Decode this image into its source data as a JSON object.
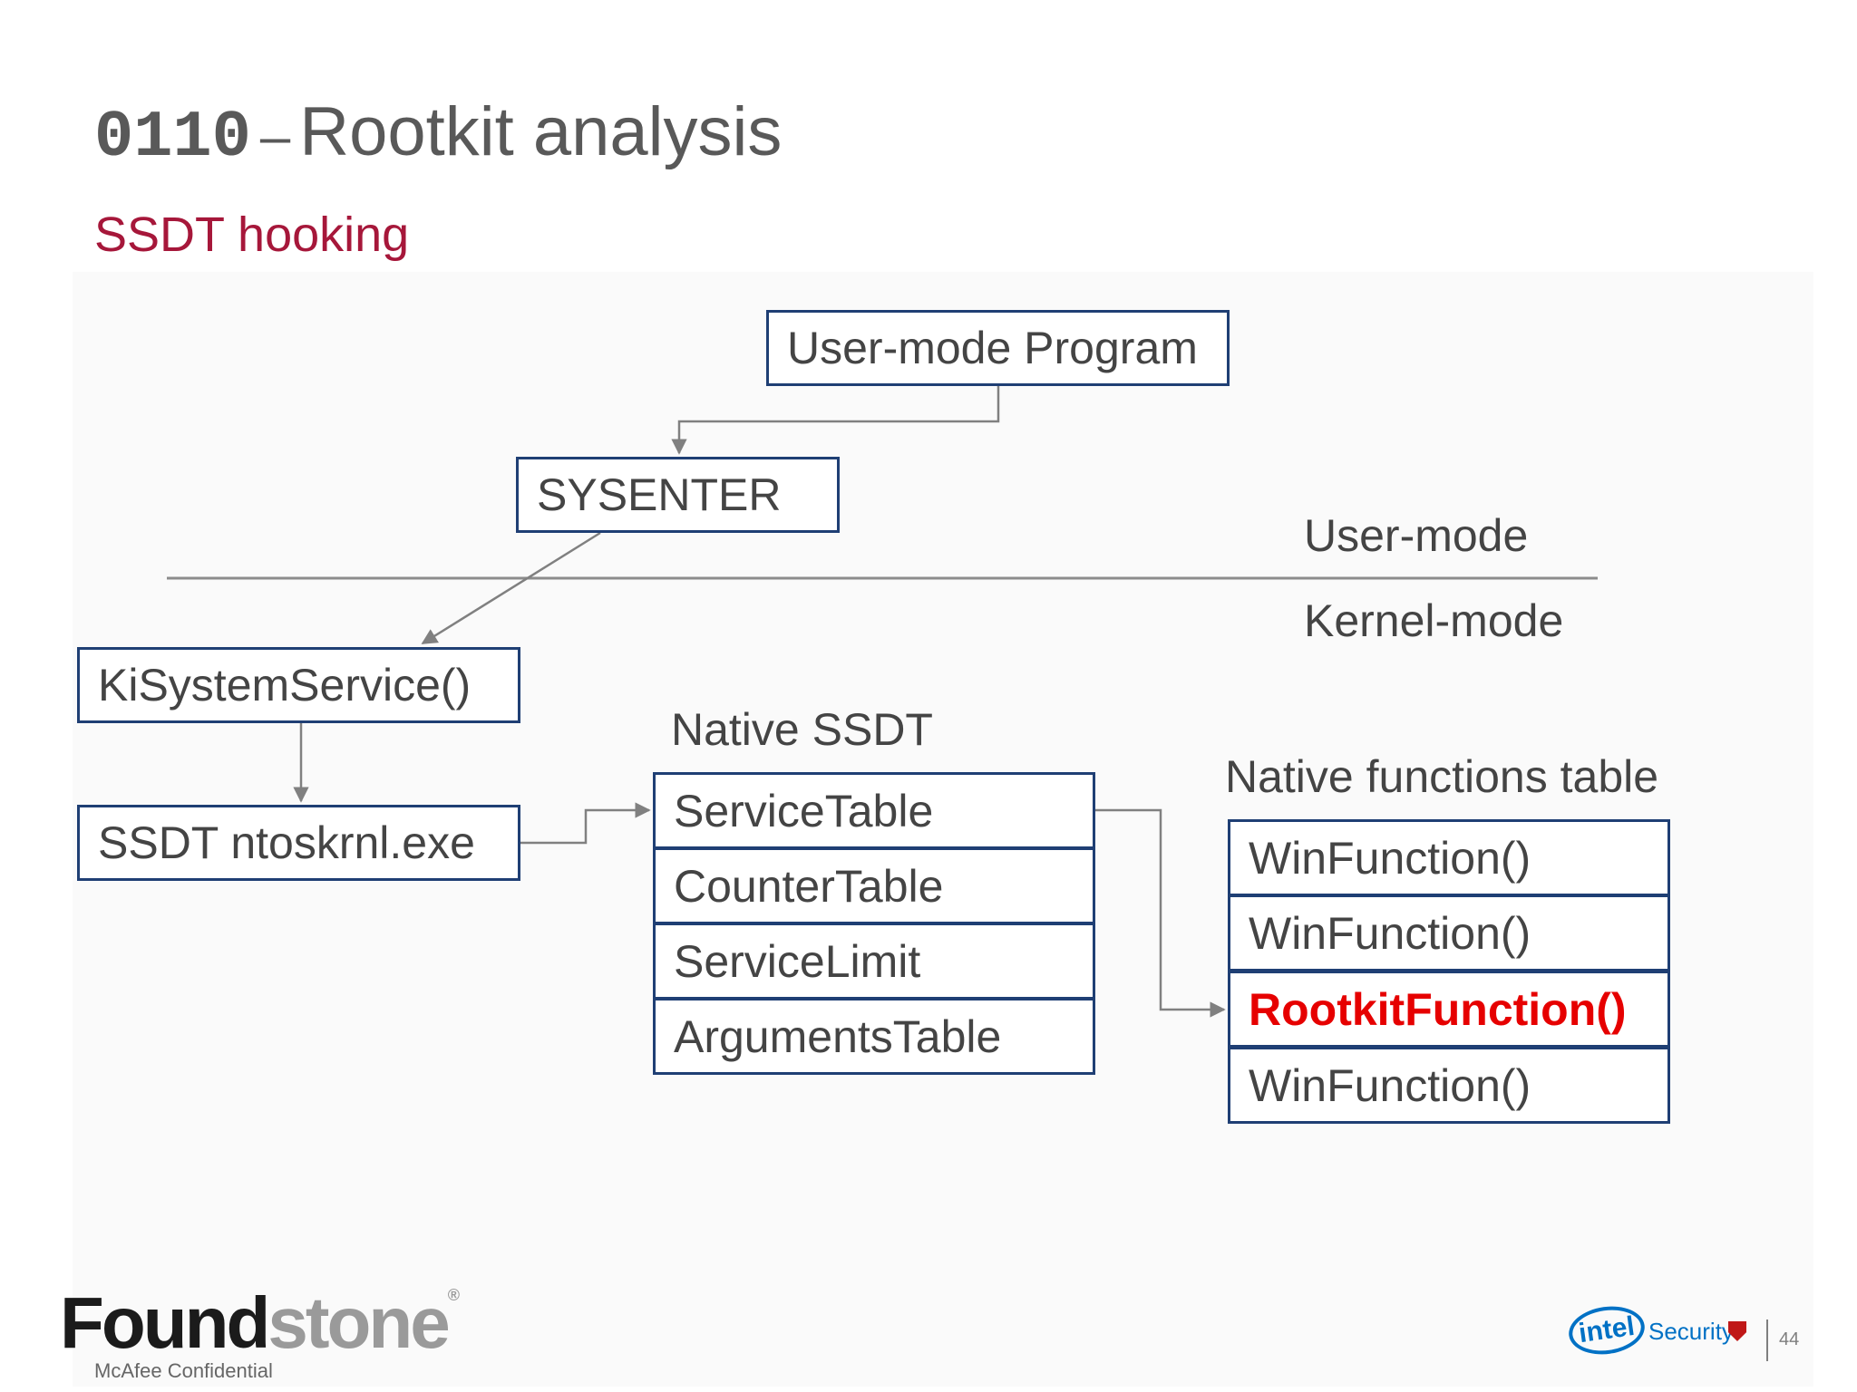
{
  "slide": {
    "title_code": "0110",
    "title_dash": "–",
    "title_text": "Rootkit analysis",
    "subtitle": "SSDT hooking"
  },
  "diagram": {
    "user_program": "User-mode Program",
    "sysenter": "SYSENTER",
    "user_mode_label": "User-mode",
    "kernel_mode_label": "Kernel-mode",
    "ki_system_service": "KiSystemService()",
    "ssdt_ntoskrnl": "SSDT ntoskrnl.exe",
    "native_ssdt_label": "Native SSDT",
    "ssdt_rows": [
      "ServiceTable",
      "CounterTable",
      "ServiceLimit",
      "ArgumentsTable"
    ],
    "native_functions_label": "Native functions table",
    "function_rows": [
      "WinFunction()",
      "WinFunction()",
      "RootkitFunction()",
      "WinFunction()"
    ],
    "highlight_color": "#e60000",
    "box_border_color": "#1f3f74"
  },
  "footer": {
    "brand_part1": "Found",
    "brand_part2": "stone",
    "brand_reg": "®",
    "confidential": "McAfee Confidential",
    "intel": "intel",
    "security": "Security",
    "page_number": "44"
  }
}
